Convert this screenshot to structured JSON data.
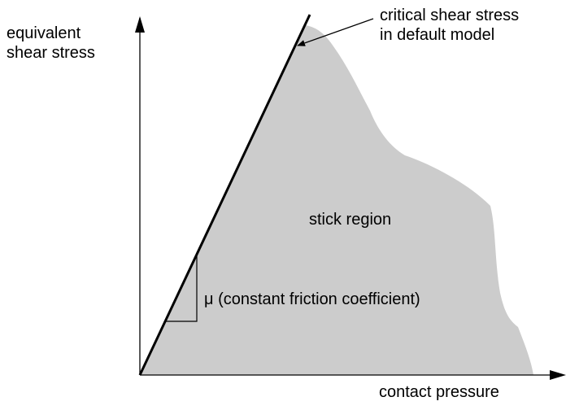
{
  "diagram": {
    "y_axis_label": [
      "equivalent",
      "shear stress"
    ],
    "x_axis_label": "contact pressure",
    "critical_label": [
      "critical shear stress",
      "in default model"
    ],
    "region_label": "stick region",
    "slope_label": "μ (constant friction coefficient)"
  },
  "colors": {
    "region_fill": "#cccccc",
    "line": "#000000",
    "background": "#ffffff"
  }
}
